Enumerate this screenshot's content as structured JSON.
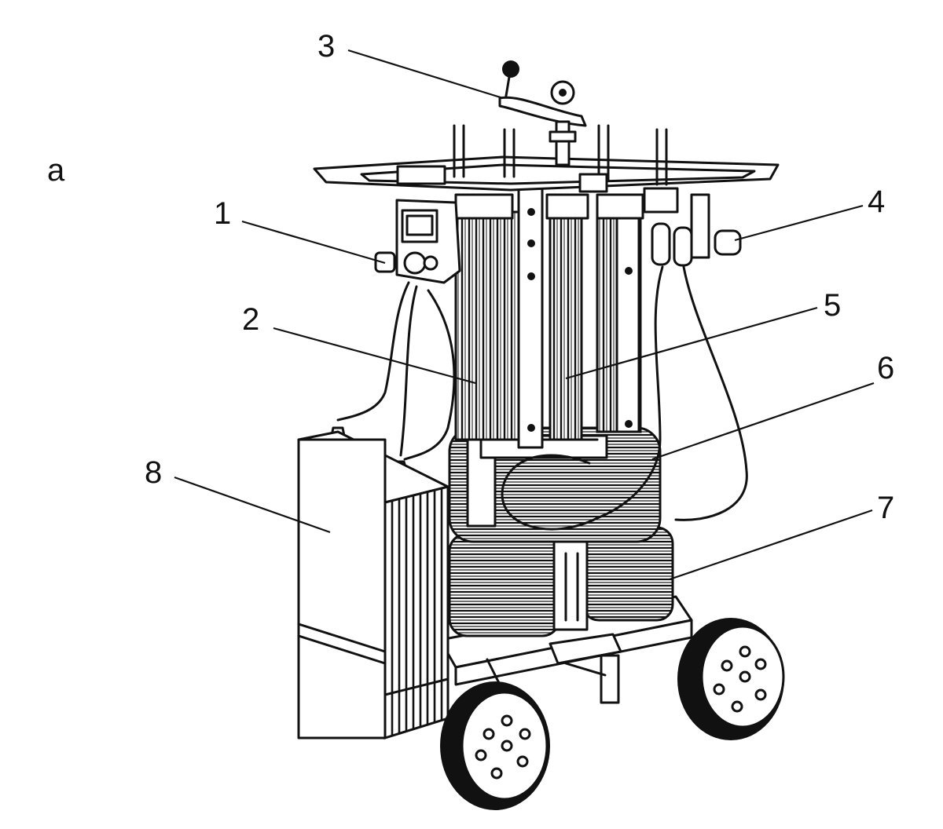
{
  "figure": {
    "panel_label": "а",
    "callouts": [
      {
        "id": "1",
        "text": "1"
      },
      {
        "id": "2",
        "text": "2"
      },
      {
        "id": "3",
        "text": "3"
      },
      {
        "id": "4",
        "text": "4"
      },
      {
        "id": "5",
        "text": "5"
      },
      {
        "id": "6",
        "text": "6"
      },
      {
        "id": "7",
        "text": "7"
      },
      {
        "id": "8",
        "text": "8"
      }
    ]
  },
  "colors": {
    "ink": "#111111",
    "paper": "#ffffff"
  }
}
